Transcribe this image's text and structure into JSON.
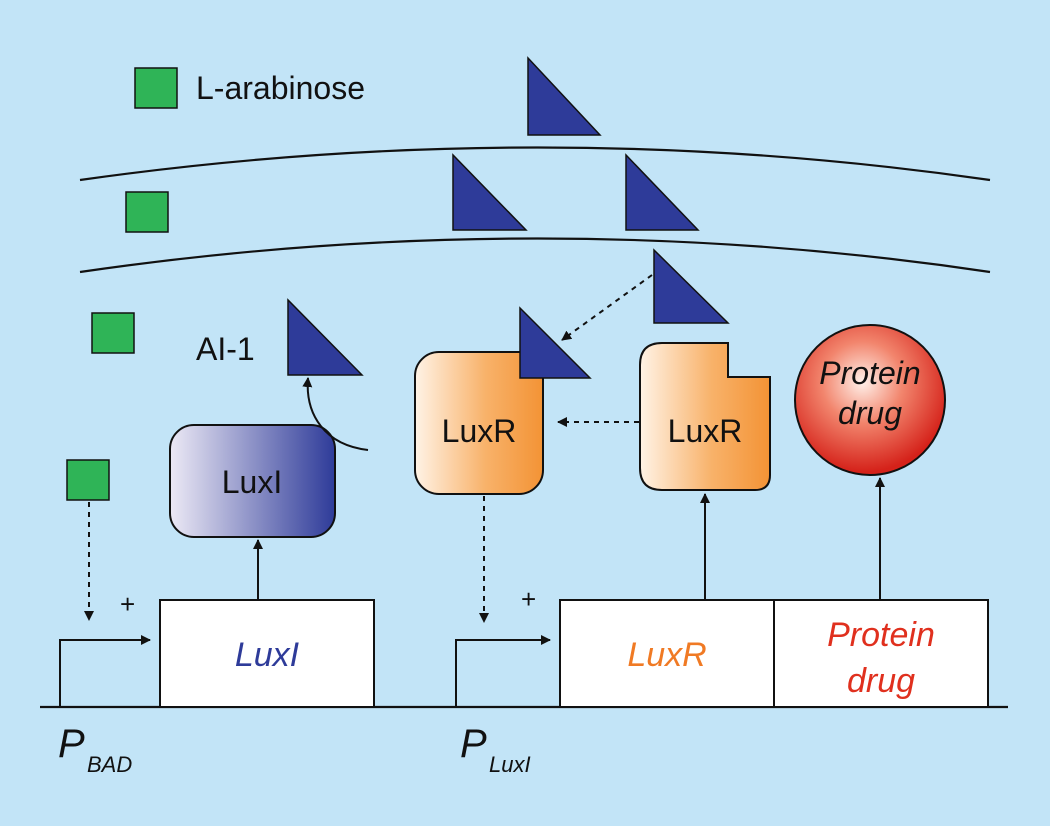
{
  "legend": {
    "arabinose_label": "L-arabinose"
  },
  "labels": {
    "ai1": "AI-1",
    "luxi_protein": "LuxI",
    "luxr_bound": "LuxR",
    "luxr_free": "LuxR",
    "protein_drug_line1": "Protein",
    "protein_drug_line2": "drug"
  },
  "genes": {
    "luxi": "LuxI",
    "luxr": "LuxR",
    "drug_line1": "Protein",
    "drug_line2": "drug"
  },
  "promoters": {
    "pbad_main": "P",
    "pbad_sub": "BAD",
    "pluxi_main": "P",
    "pluxi_sub": "LuxI",
    "plus_left": "+",
    "plus_right": "+"
  },
  "colors": {
    "background": "#c2e4f7",
    "arabinose": "#2fb457",
    "ai1": "#2e3b99",
    "luxi": "#2e3b99",
    "luxr": "#f49a3a",
    "drug": "#e0301e"
  }
}
